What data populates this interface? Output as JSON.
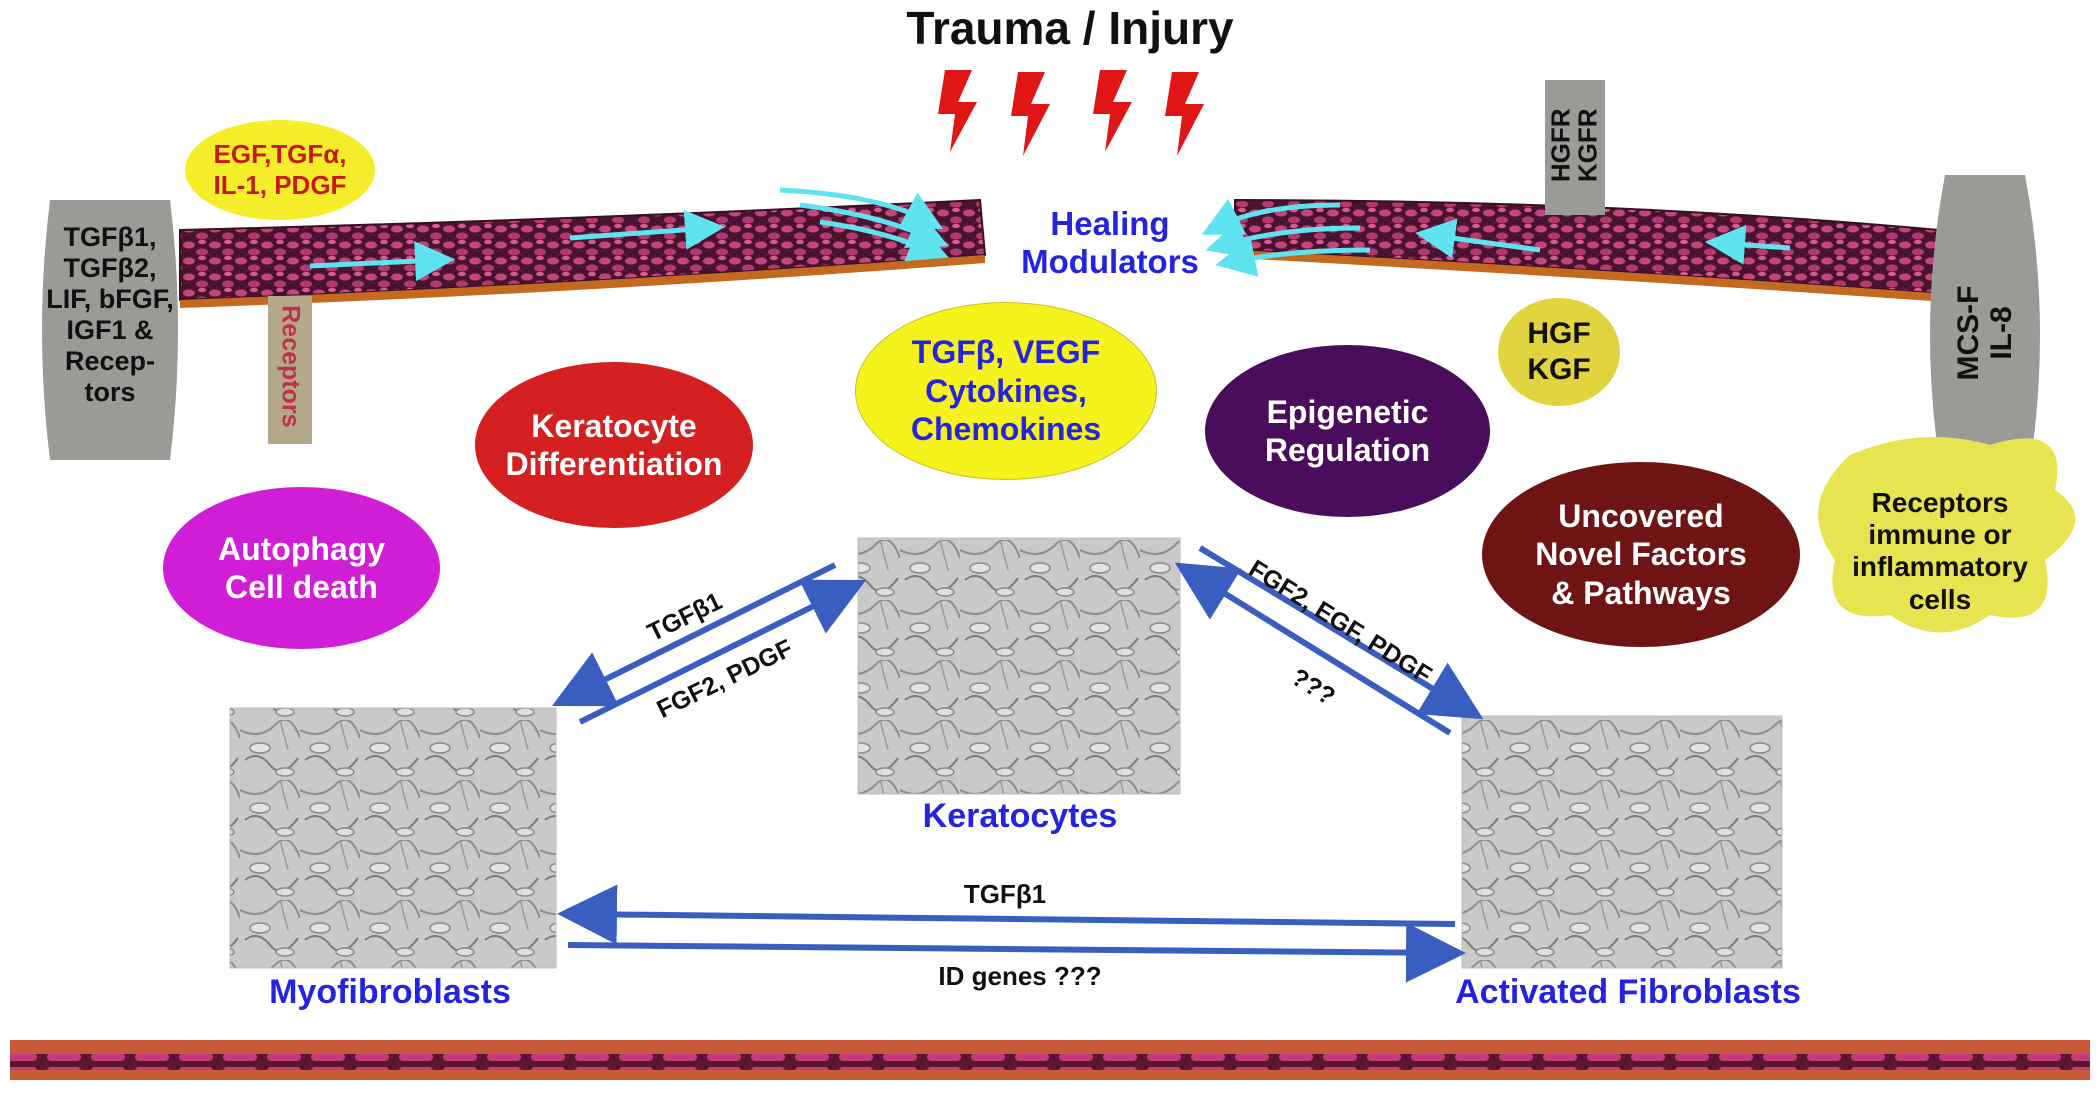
{
  "title": "Trauma / Injury",
  "healing_modulators": "Healing\nModulators",
  "left_receptor_box": "TGFβ1,\nTGFβ2,\nLIF, bFGF,\nIGF1 &\nRecep-\ntors",
  "left_receptors_bar": "Receptors",
  "egf_oval": "EGF,TGFα,\nIL-1, PDGF",
  "hgfr_kgfr": "HGFR\nKGFR",
  "hgf_kgf_oval": "HGF\nKGF",
  "mcsf_il8": "MCS-F\nIL-8",
  "immune_blob": "Receptors\nimmune or\ninflammatory\ncells",
  "ovals": {
    "keratocyte_diff": "Keratocyte\nDifferentiation",
    "tgfb_vegf": "TGFβ, VEGF\nCytokines,\nChemokines",
    "epigenetic": "Epigenetic\nRegulation",
    "autophagy": "Autophagy\nCell death",
    "uncovered": "Uncovered\nNovel Factors\n& Pathways"
  },
  "cells": {
    "keratocytes": "Keratocytes",
    "myofibroblasts": "Myofibroblasts",
    "activated_fibroblasts": "Activated Fibroblasts"
  },
  "arrow_labels": {
    "tgfb1_left": "TGFβ1",
    "fgf2_pdgf": "FGF2, PDGF",
    "fgf2_egf_pdgf": "FGF2, EGF, PDGF",
    "question": "???",
    "tgfb1_bottom": "TGFβ1",
    "id_genes": "ID genes ???"
  },
  "colors": {
    "blue_text": "#2424e0",
    "arrow_blue": "#3a5ec0",
    "keratocyte_oval": "#d42020",
    "tgfb_oval": "#f6f21c",
    "epigenetic_oval": "#4a0d5c",
    "autophagy_oval": "#cf1ed6",
    "uncovered_oval": "#6e1414",
    "egf_oval": "#f5ed2a",
    "hgf_oval": "#e2d43e",
    "grey_box": "#9a9a96",
    "lightning": "#e01515",
    "tissue": "#6b1d3c",
    "cyan_arrow": "#5fe3ee"
  },
  "icons": [
    "lightning-bolt-icon",
    "cyan-arrow-icon"
  ]
}
